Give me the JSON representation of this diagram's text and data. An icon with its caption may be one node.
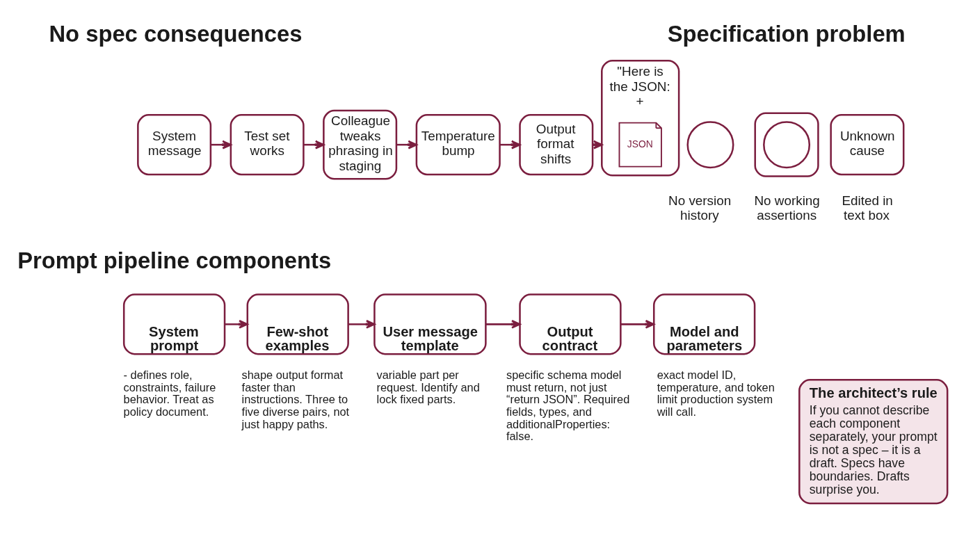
{
  "diagram": {
    "nodes": [
      {
        "text": [
          "System message"
        ]
      },
      {
        "text": [
          "Test set works"
        ]
      },
      {
        "text": [
          "Colleague tweaks phrasing in staging"
        ]
      },
      {
        "text": [
          "Temperature bump"
        ]
      },
      {
        "text": [
          "Output format shifts"
        ]
      },
      {
        "text": [
          "\"Here is the JSON: +"
        ]
      },
      {
        "text": [
          "JSON"
        ],
        "in": 5
      },
      {
        "text": [],
        "shape": "circle",
        "beside": [
          "No version history"
        ]
      },
      {
        "text": [],
        "shape": "box",
        "beside": [
          "No working assertions"
        ]
      },
      {
        "text": [],
        "shape": "circle",
        "in": 8
      },
      {
        "text": [
          "Unknown cause"
        ],
        "beside": [
          "Edited in text box"
        ]
      },
      {
        "text": [
          "System prompt"
        ],
        "beside": [
          "- defines role, constraints, failure behavior. Treat as policy document."
        ]
      },
      {
        "text": [
          "Few-shot examples"
        ],
        "beside": [
          "shape output format faster than instructions. Three to five diverse pairs, not just happy paths."
        ]
      },
      {
        "text": [
          "User message template"
        ],
        "beside": [
          "variable part per request. Identify and lock fixed parts."
        ]
      },
      {
        "text": [
          "Output contract"
        ],
        "beside": [
          "specific schema model must return, not just “return JSON”. Required fields, types, and additionalProperties: false."
        ]
      },
      {
        "text": [
          "Model and parameters"
        ],
        "beside": [
          "exact model ID, temperature, and token limit production system will call."
        ]
      },
      {
        "text": [
          "The architect’s rule",
          "If you cannot describe each component separately, your prompt is not a spec – it is a draft. Specs have boundaries. Drafts surprise you."
        ]
      }
    ],
    "edges": [
      {
        "from": 0,
        "to": 1,
        "arrow": "to"
      },
      {
        "from": 1,
        "to": 2,
        "arrow": "to"
      },
      {
        "from": 2,
        "to": 3,
        "arrow": "to"
      },
      {
        "from": 3,
        "to": 4,
        "arrow": "to"
      },
      {
        "from": 4,
        "to": 5,
        "arrow": "to"
      },
      {
        "from": 11,
        "to": 12,
        "arrow": "to"
      },
      {
        "from": 12,
        "to": 13,
        "arrow": "to"
      },
      {
        "from": 13,
        "to": 14,
        "arrow": "to"
      },
      {
        "from": 14,
        "to": 15,
        "arrow": "to"
      }
    ],
    "labels": [
      "No spec consequences",
      "Specification problem",
      "Prompt pipeline components"
    ]
  }
}
